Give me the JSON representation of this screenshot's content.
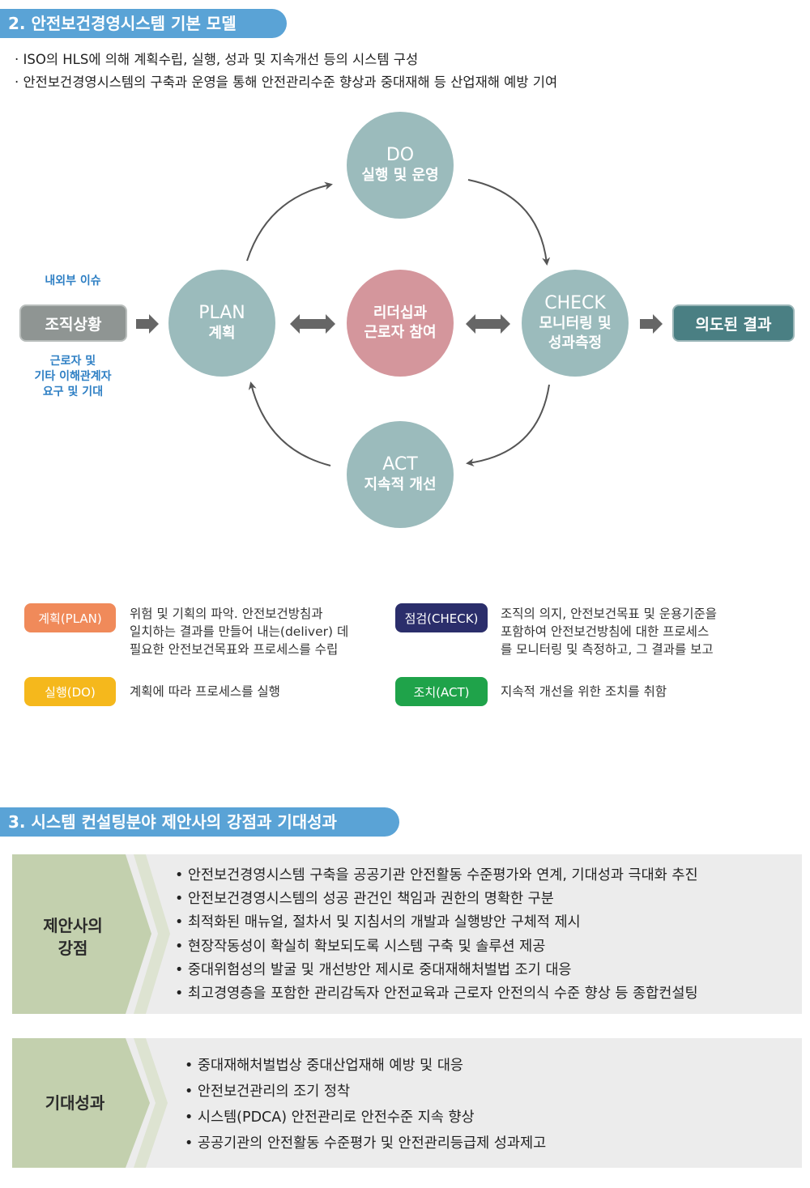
{
  "section2": {
    "title": "2. 안전보건경영시스템 기본 모델",
    "bullets": [
      "· ISO의 HLS에 의해 계획수립, 실행, 성과 및 지속개선 등의 시스템 구성",
      "· 안전보건경영시스템의 구축과 운영을 통해 안전관리수준 향상과 중대재해 등 산업재해 예방 기여"
    ]
  },
  "diagram": {
    "do": {
      "eng": "DO",
      "kor": "실행 및 운영"
    },
    "plan": {
      "eng": "PLAN",
      "kor": "계획"
    },
    "center": {
      "line1": "리더십과",
      "line2": "근로자 참여"
    },
    "check": {
      "eng": "CHECK",
      "kor1": "모니터링 및",
      "kor2": "성과측정"
    },
    "act": {
      "eng": "ACT",
      "kor": "지속적 개선"
    },
    "context_box": "조직상황",
    "result_box": "의도된 결과",
    "issue_label": "내외부 이슈",
    "stakeholder_label": [
      "근로자 및",
      "기타 이해관계자",
      "요구 및 기대"
    ],
    "colors": {
      "circle": "#9bbbbc",
      "center": "#d4969c",
      "context": "#8f9593",
      "result": "#4a7f83",
      "arrow": "#555555"
    }
  },
  "legend": {
    "plan": {
      "label": "계획(PLAN)",
      "color": "#f08a5a",
      "desc": [
        "위험 및 기획의 파악. 안전보건방침과",
        "일치하는 결과를 만들어 내는(deliver) 데",
        "필요한 안전보건목표와 프로세스를 수립"
      ]
    },
    "check": {
      "label": "점검(CHECK)",
      "color": "#2b2e6b",
      "desc": [
        "조직의 의지, 안전보건목표 및 운용기준을",
        "포함하여 안전보건방침에 대한 프로세스",
        "를 모니터링 및 측정하고, 그 결과를 보고"
      ]
    },
    "do": {
      "label": "실행(DO)",
      "color": "#f5b81c",
      "desc": [
        "계획에 따라 프로세스를 실행"
      ]
    },
    "act": {
      "label": "조치(ACT)",
      "color": "#1fa34a",
      "desc": [
        "지속적 개선을 위한 조치를 취함"
      ]
    }
  },
  "section3": {
    "title": "3. 시스템 컨설팅분야 제안사의 강점과 기대성과",
    "strengths": {
      "label": [
        "제안사의",
        "강점"
      ],
      "items": [
        "• 안전보건경영시스템 구축을 공공기관 안전활동 수준평가와 연계, 기대성과 극대화 추진",
        "• 안전보건경영시스템의 성공 관건인 책임과 권한의 명확한 구분",
        "• 최적화된 매뉴얼, 절차서 및 지침서의 개발과 실행방안 구체적 제시",
        "• 현장작동성이 확실히 확보되도록 시스템 구축 및 솔루션 제공",
        "• 중대위험성의 발굴 및 개선방안 제시로 중대재해처벌법 조기 대응",
        "• 최고경영층을 포함한 관리감독자 안전교육과 근로자 안전의식 수준 향상 등 종합컨설팅"
      ]
    },
    "outcomes": {
      "label": [
        "기대성과"
      ],
      "items": [
        "• 중대재해처벌법상 중대산업재해 예방 및 대응",
        "• 안전보건관리의 조기 정착",
        "• 시스템(PDCA) 안전관리로 안전수준 지속 향상",
        "• 공공기관의 안전활동 수준평가 및 안전관리등급제 성과제고"
      ]
    }
  }
}
